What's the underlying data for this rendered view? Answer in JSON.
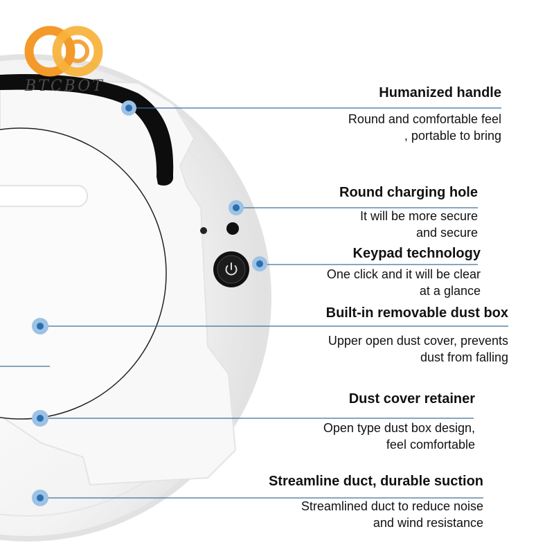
{
  "brand": {
    "name": "BTCBOT",
    "primary_color": "#f39a2b",
    "secondary_color": "#f7c34a"
  },
  "colors": {
    "leader_line": "#3e6f99",
    "dot": "#2a6fb0",
    "dot_halo": "#9dc2e3",
    "body_shell": "#f4f4f4",
    "handle": "#111111"
  },
  "features": [
    {
      "title": "Humanized handle",
      "desc": "Round and comfortable feel\n, portable to bring"
    },
    {
      "title": "Round charging hole",
      "desc": "It will be more secure\nand secure"
    },
    {
      "title": "Keypad technology",
      "desc": "One click and it will be clear\nat a glance"
    },
    {
      "title": "Built-in removable dust box",
      "desc": "Upper open dust cover, prevents\ndust from falling"
    },
    {
      "title": "Dust cover retainer",
      "desc": "Open type dust box design,\nfeel comfortable"
    },
    {
      "title": "Streamline duct, durable suction",
      "desc": "Streamlined duct to reduce noise\nand wind resistance"
    }
  ],
  "icons": {
    "power_button": "power-icon",
    "logo": "btcbot-logo-icon"
  }
}
